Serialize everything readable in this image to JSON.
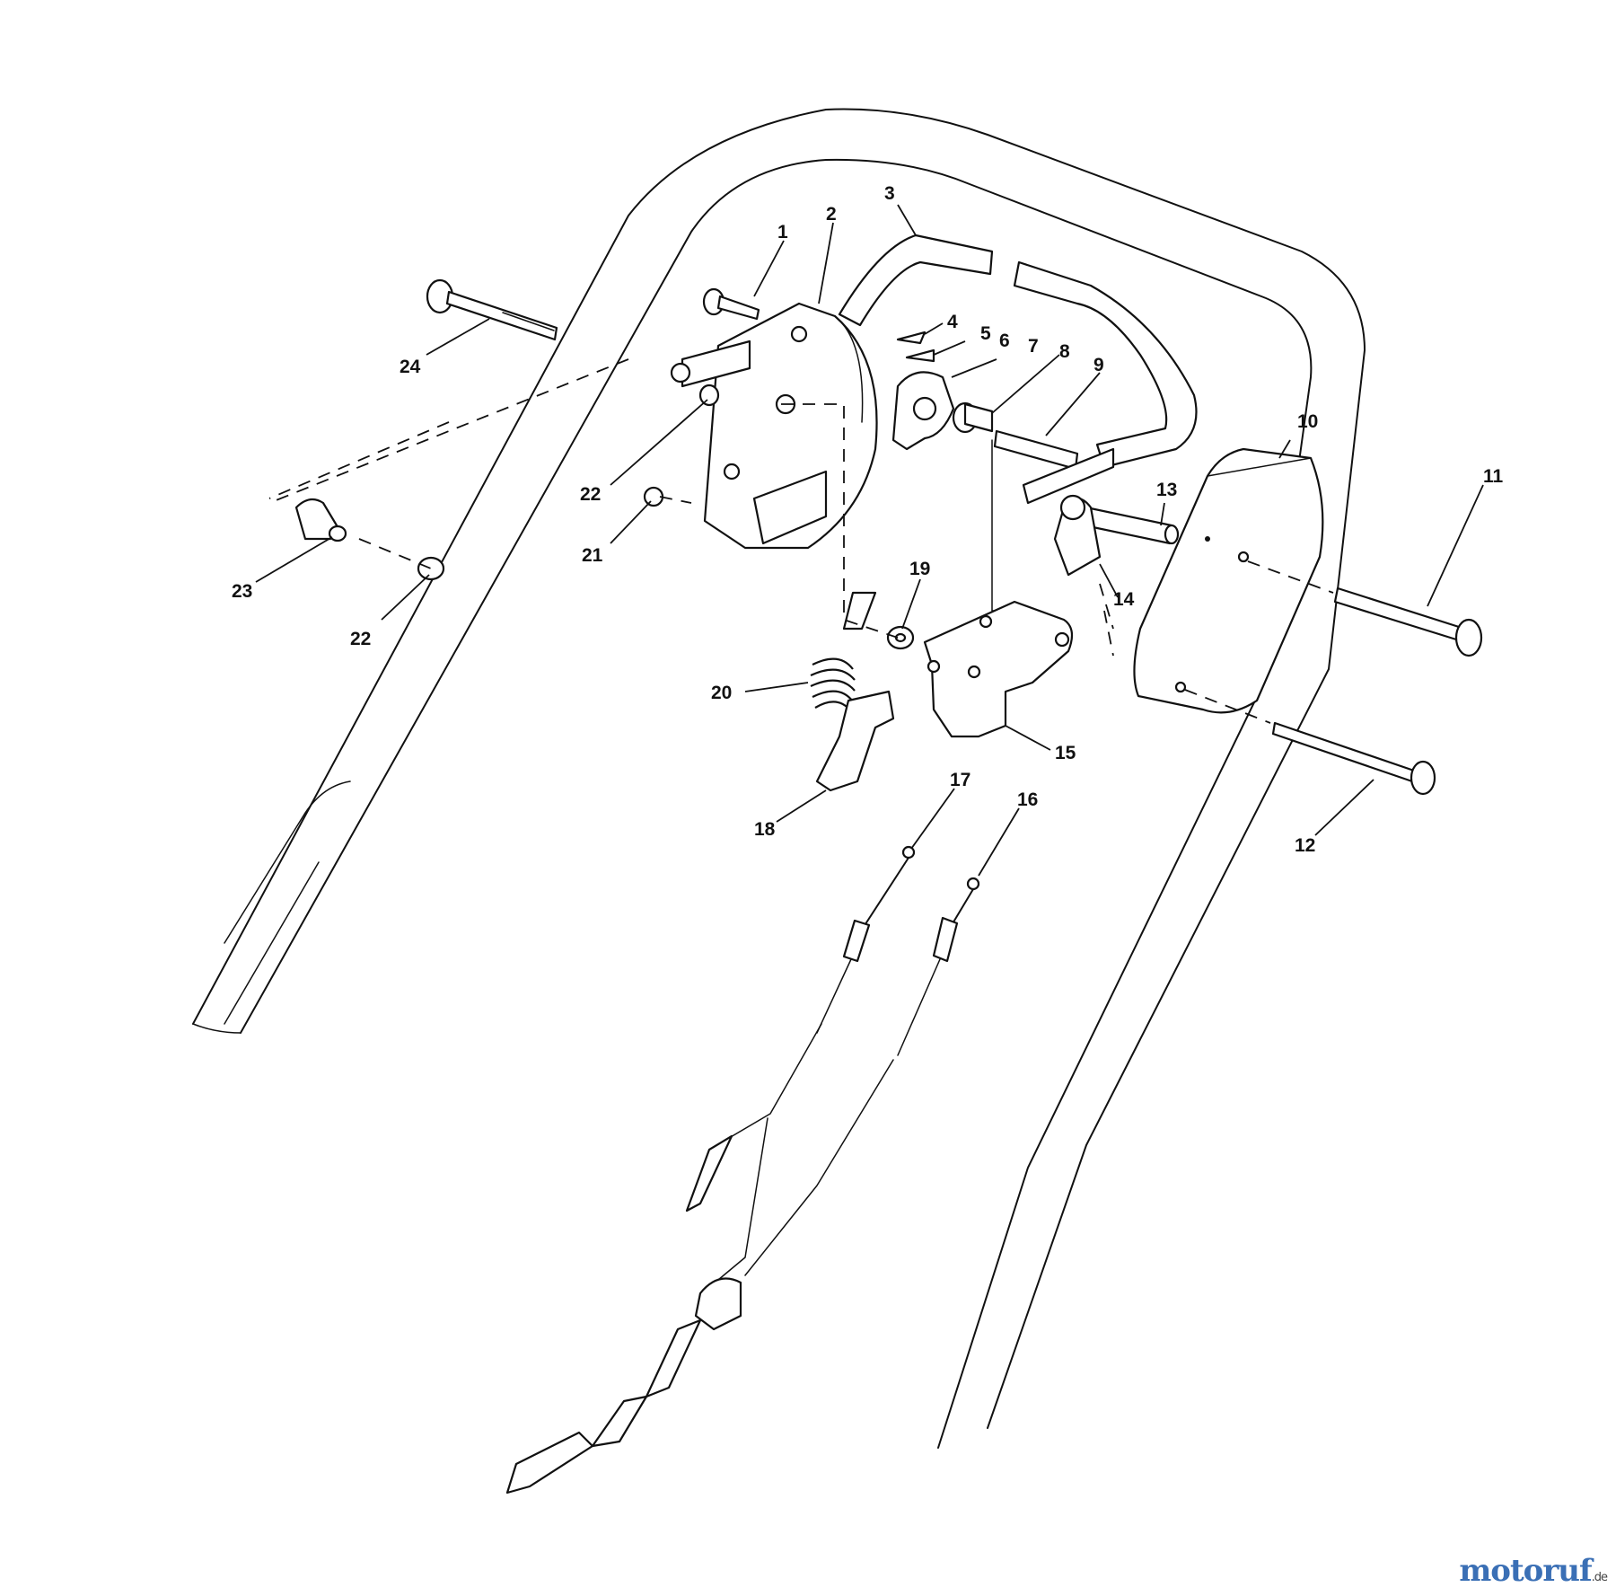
{
  "callouts": {
    "c1": "1",
    "c2": "2",
    "c3": "3",
    "c4": "4",
    "c5": "5",
    "c6": "6",
    "c7": "7",
    "c8": "8",
    "c9": "9",
    "c10": "10",
    "c11": "11",
    "c12": "12",
    "c13": "13",
    "c14": "14",
    "c15": "15",
    "c16": "16",
    "c17": "17",
    "c18": "18",
    "c19": "19",
    "c20": "20",
    "c21": "21",
    "c22a": "22",
    "c22b": "22",
    "c23": "23",
    "c24": "24"
  },
  "watermark": {
    "text": "motoruf",
    "suffix": ".de"
  }
}
